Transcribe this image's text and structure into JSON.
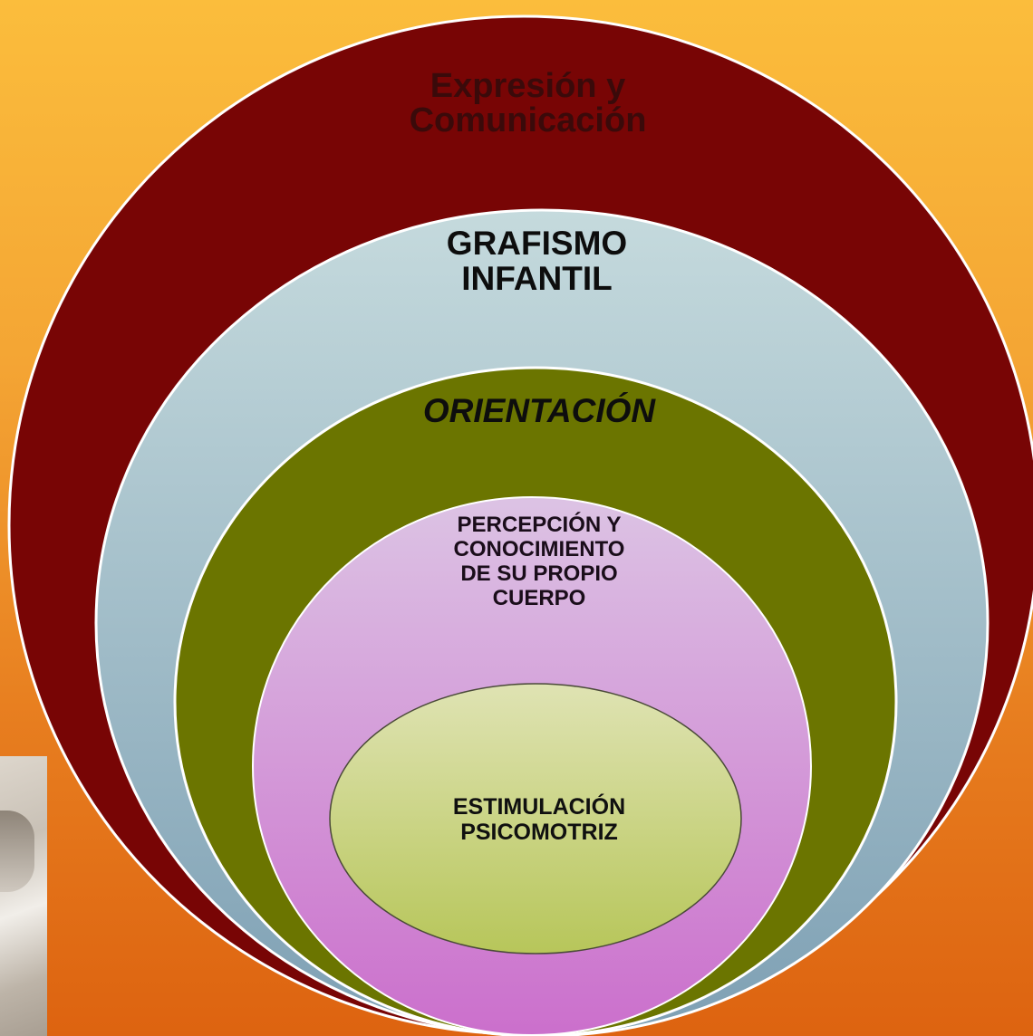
{
  "diagram": {
    "levels": [
      {
        "line1": "Expresión  y",
        "line2": "Comunicación",
        "color": "#780505"
      },
      {
        "line1": "GRAFISMO",
        "line2": "INFANTIL",
        "color": "#aec9d1"
      },
      {
        "line1": "ORIENTACIÓN",
        "color": "#6b7500"
      },
      {
        "line1": "PERCEPCIÓN Y",
        "line2": "CONOCIMIENTO",
        "line3": "DE SU PROPIO",
        "line4": "CUERPO",
        "color": "#d7b6e0"
      },
      {
        "line1": "ESTIMULACIÓN",
        "line2": "PSICOMOTRIZ",
        "color": "#cdd890"
      }
    ]
  }
}
